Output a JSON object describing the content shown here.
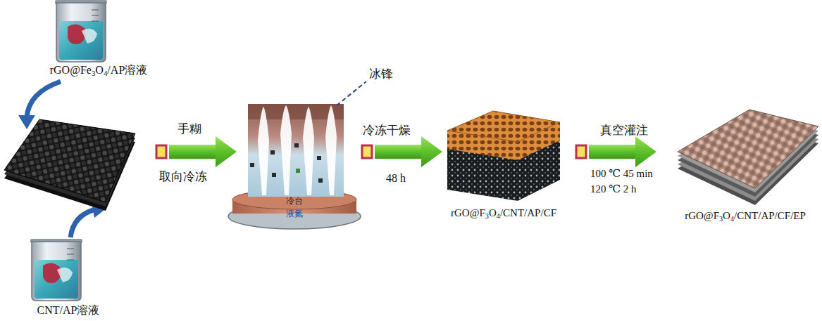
{
  "diagram": {
    "nodes": [
      {
        "text": [
          "rGO@Fe3O4/AP溶液"
        ]
      },
      {
        "text": [
          "CNT/AP溶液"
        ]
      },
      {
        "text": [
          "冷台",
          "液氮"
        ]
      },
      {
        "text": [
          "rGO@F3O4/CNT/AP/CF"
        ]
      },
      {
        "text": [
          "rGO@F3O4/CNT/AP/CF/EP"
        ]
      }
    ],
    "labels": [
      "手糊",
      "取向冷冻",
      "冰锋",
      "冷冻干燥",
      "48 h",
      "真空灌注",
      "100 ℃ 45 min",
      "120 ℃ 2 h"
    ]
  }
}
